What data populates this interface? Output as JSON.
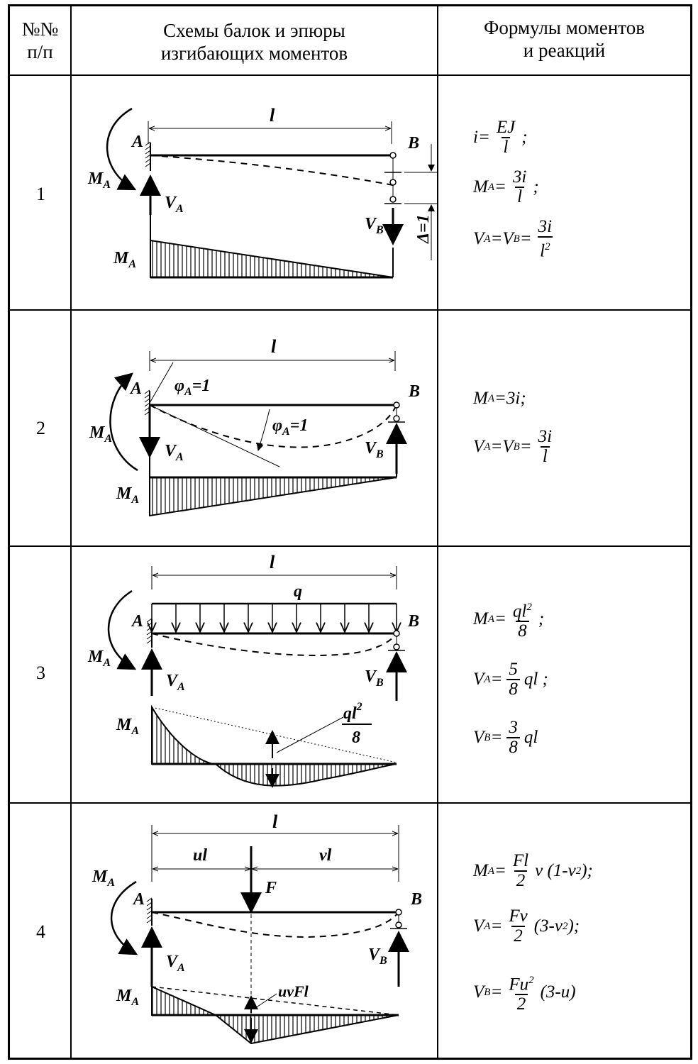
{
  "header": {
    "col_no_line1": "№№",
    "col_no_line2": "п/п",
    "col_schemes_line1": "Схемы балок и эпюры",
    "col_schemes_line2": "изгибающих моментов",
    "col_formulas_line1": "Формулы моментов",
    "col_formulas_line2": "и реакций"
  },
  "rows": [
    {
      "number": "1",
      "labels": {
        "length": "l",
        "A": "A",
        "B": "B",
        "MA": "M",
        "A_sub": "A",
        "VA": "V",
        "VB": "V",
        "B_sub": "B",
        "delta": "Δ=1",
        "diagram": "M"
      },
      "formulas": {
        "f1_lhs": "i=",
        "f1_num": "EJ",
        "f1_den": "l",
        "f1_end": ";",
        "f2_lhs": "M",
        "f2_sub": "A",
        "f2_eq": "=",
        "f2_num": "3i",
        "f2_den": "l",
        "f2_end": ";",
        "f3_lhs": "V",
        "f3_sub": "A",
        "f3_mid": "=V",
        "f3_sub2": "B",
        "f3_eq": "=",
        "f3_num": "3i",
        "f3_den": "l",
        "f3_sup": "2"
      }
    },
    {
      "number": "2",
      "labels": {
        "length": "l",
        "A": "A",
        "B": "B",
        "phi_top": "φ",
        "phi_sub": "A",
        "phi_val": "=1",
        "MA": "M",
        "A_sub": "A",
        "VA": "V",
        "VB": "V",
        "B_sub": "B",
        "diagram": "M"
      },
      "formulas": {
        "f1_lhs": "M",
        "f1_sub": "A",
        "f1_rhs": "=3i;",
        "f2_lhs": "V",
        "f2_sub": "A",
        "f2_mid": "=V",
        "f2_sub2": "B",
        "f2_eq": "=",
        "f2_num": "3i",
        "f2_den": "l"
      }
    },
    {
      "number": "3",
      "labels": {
        "length": "l",
        "q": "q",
        "A": "A",
        "B": "B",
        "MA": "M",
        "A_sub": "A",
        "VA": "V",
        "VB": "V",
        "B_sub": "B",
        "diagram": "M",
        "ql2_num": "ql",
        "ql2_sup": "2",
        "ql2_den": "8"
      },
      "formulas": {
        "f1_lhs": "M",
        "f1_sub": "A",
        "f1_eq": "=",
        "f1_num": "ql",
        "f1_sup": "2",
        "f1_den": "8",
        "f1_end": ";",
        "f2_lhs": "V",
        "f2_sub": "A",
        "f2_eq": "=",
        "f2_num": "5",
        "f2_den": "8",
        "f2_end": "ql ;",
        "f3_lhs": "V",
        "f3_sub": "B",
        "f3_eq": "=",
        "f3_num": "3",
        "f3_den": "8",
        "f3_end": "ql"
      }
    },
    {
      "number": "4",
      "labels": {
        "length": "l",
        "ul": "ul",
        "vl": "vl",
        "F": "F",
        "A": "A",
        "B": "B",
        "MA": "M",
        "A_sub": "A",
        "VA": "V",
        "VB": "V",
        "B_sub": "B",
        "diagram": "M",
        "uvFl": "uvFl"
      },
      "formulas": {
        "f1_lhs": "M",
        "f1_sub": "A",
        "f1_eq": "=",
        "f1_num": "Fl",
        "f1_den": "2",
        "f1_end": "ν (1-ν",
        "f1_sup": "2",
        "f1_tail": ");",
        "f2_lhs": "V",
        "f2_sub": "A",
        "f2_eq": "=",
        "f2_num": "Fν",
        "f2_den": "2",
        "f2_end": "(3-ν",
        "f2_sup": "2",
        "f2_tail": ");",
        "f3_lhs": "V",
        "f3_sub": "B",
        "f3_eq": "=",
        "f3_num": "Fu",
        "f3_sup": "2",
        "f3_den": "2",
        "f3_end": "(3-u)"
      }
    }
  ]
}
